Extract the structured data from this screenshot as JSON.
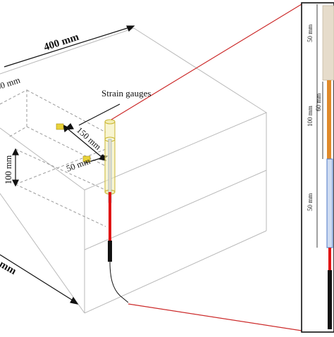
{
  "labels": {
    "width_dim": "400 mm",
    "depth_dim": "mm",
    "left_dim": "00 mm",
    "strain_gauges": "Strain gauges",
    "dim_150": "150 mm",
    "dim_50": "50 mm",
    "dim_100": "100 mm"
  },
  "detail": {
    "seg_top": "50 mm",
    "seg_middle": "100 mm",
    "seg_inner": "60 mm",
    "seg_bottom": "50 mm"
  },
  "colors": {
    "box_line": "#b9b9b9",
    "dashed_line": "#9a9a9a",
    "zoom_line": "#cc2a2a",
    "rod_red": "#e01515",
    "rod_black": "#111111",
    "gauge_yellow": "#e8d23a",
    "sleeve_fill": "#f3eeb4",
    "sleeve_stroke": "#c9b531",
    "sand_fill": "#e6dccb",
    "orange_band": "#e08a2a",
    "blue_band": "#4d79c7"
  }
}
